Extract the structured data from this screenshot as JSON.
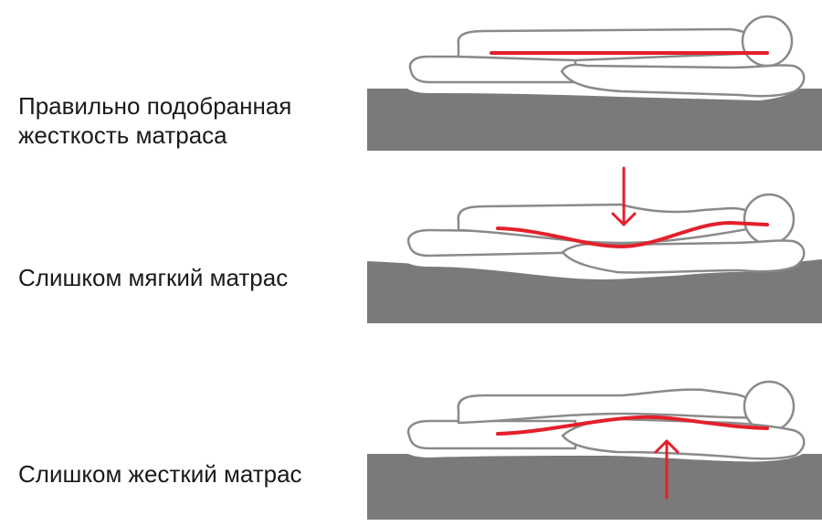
{
  "panels": [
    {
      "id": "correct",
      "label": "Правильно подобранная\nжесткость матраса",
      "spine": "straight"
    },
    {
      "id": "soft",
      "label": "Слишком мягкий матрас",
      "spine": "sag",
      "arrow": "down"
    },
    {
      "id": "hard",
      "label": "Слишком жесткий матрас",
      "spine": "arch",
      "arrow": "up"
    }
  ],
  "colors": {
    "mattress": "#7a7a7b",
    "body_outline": "#8a8a8a",
    "spine": "#e3202b",
    "text": "#1a1a1a"
  }
}
